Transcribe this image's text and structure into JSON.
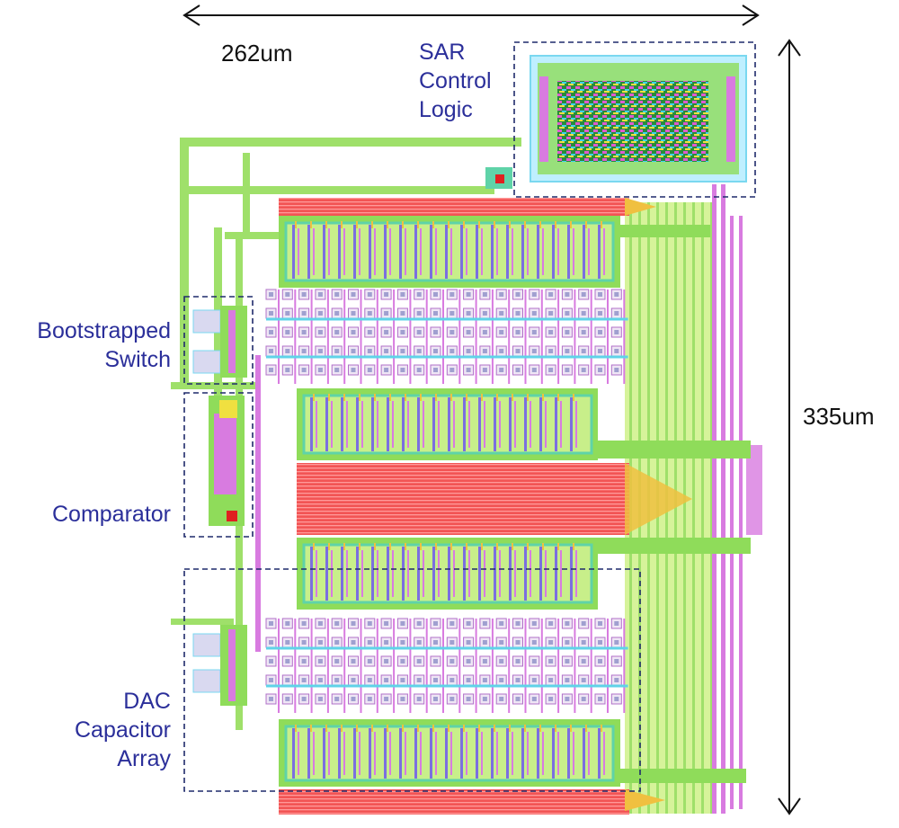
{
  "dimensions": {
    "width_label": "262um",
    "height_label": "335um"
  },
  "blocks": {
    "sar": {
      "line1": "SAR",
      "line2": "Control",
      "line3": "Logic"
    },
    "bootstrapped": {
      "line1": "Bootstrapped",
      "line2": "Switch"
    },
    "comparator": {
      "line1": "Comparator"
    },
    "dac": {
      "line1": "DAC",
      "line2": "Capacitor",
      "line3": "Array"
    }
  },
  "colors": {
    "label_text": "#2b2f9a",
    "metal_green": "#8fdc5a",
    "metal_light_green": "#c8ef8a",
    "poly_red": "#ef4a4a",
    "metal_pink": "#d87be0",
    "metal_cyan": "#5fd3e8",
    "dashed_box": "#1f2a6b"
  }
}
